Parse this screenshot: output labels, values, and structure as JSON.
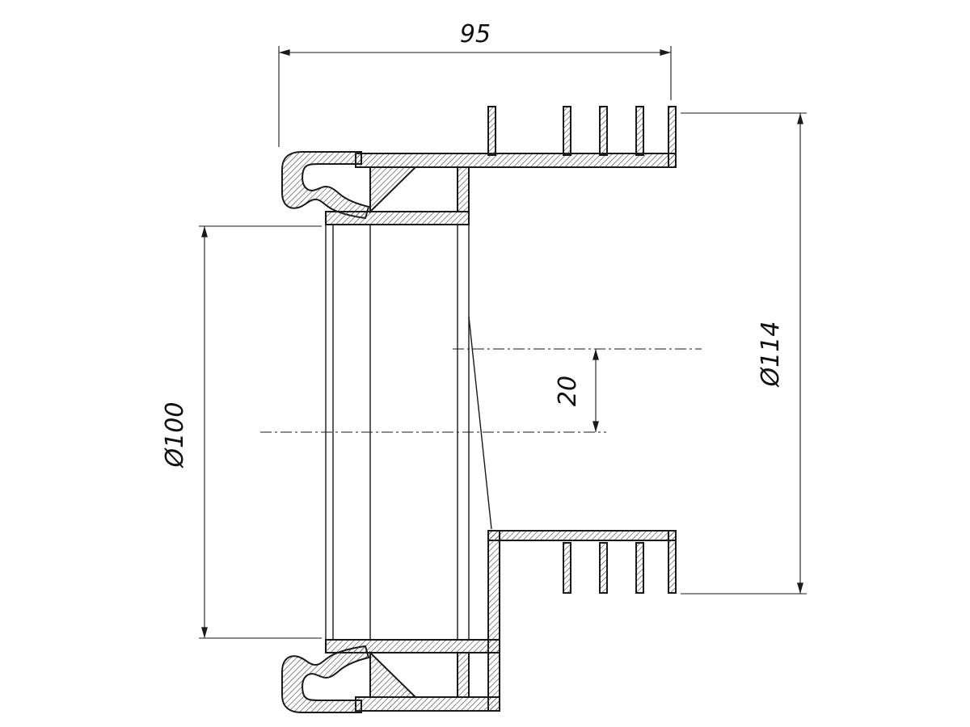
{
  "drawing": {
    "dimensions": {
      "width_top": "95",
      "diameter_right": "Ø114",
      "diameter_left": "Ø100",
      "offset_center": "20"
    },
    "colors": {
      "line": "#1a1a1a",
      "background": "#ffffff",
      "hatch": "#4a4a4a"
    }
  }
}
